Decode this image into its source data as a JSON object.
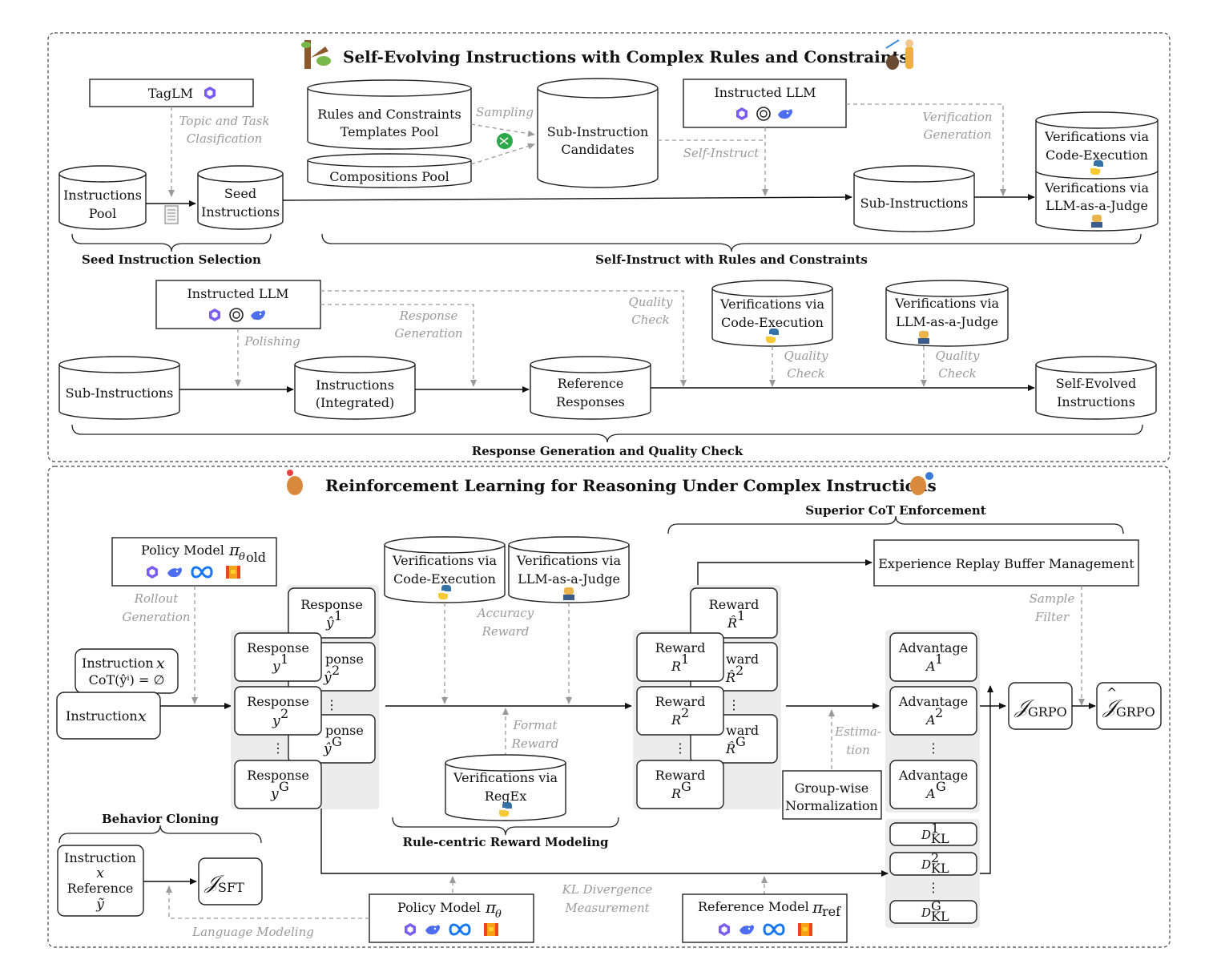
{
  "sections": {
    "top_title": "Self-Evolving Instructions with Complex Rules and Constraints",
    "bottom_title": "Reinforcement Learning for Reasoning Under Complex Instructions"
  },
  "top": {
    "taglm": "TagLM",
    "topic_line1": "Topic and Task",
    "topic_line2": "Clasification",
    "instructions_pool_line1": "Instructions",
    "instructions_pool_line2": "Pool",
    "seed_line1": "Seed",
    "seed_line2": "Instructions",
    "rules_line1": "Rules and Constraints",
    "rules_line2": "Templates Pool",
    "compositions": "Compositions Pool",
    "sampling": "Sampling",
    "candidates_line1": "Sub-Instruction",
    "candidates_line2": "Candidates",
    "instructed_llm": "Instructed LLM",
    "self_instruct": "Self-Instruct",
    "verification_gen_line1": "Verification",
    "verification_gen_line2": "Generation",
    "sub_instructions": "Sub-Instructions",
    "ver_code_line1": "Verifications via",
    "ver_code_line2": "Code-Execution",
    "ver_llm_line1": "Verifications via",
    "ver_llm_line2": "LLM-as-a-Judge",
    "brace_seed": "Seed Instruction Selection",
    "brace_self": "Self-Instruct with Rules and Constraints"
  },
  "middle": {
    "instructed_llm": "Instructed LLM",
    "polishing": "Polishing",
    "response_gen_line1": "Response",
    "response_gen_line2": "Generation",
    "quality_line1": "Quality",
    "quality_line2": "Check",
    "ver_code_line1": "Verifications via",
    "ver_code_line2": "Code-Execution",
    "ver_llm_line1": "Verifications via",
    "ver_llm_line2": "LLM-as-a-Judge",
    "sub_instructions": "Sub-Instructions",
    "integrated_line1": "Instructions",
    "integrated_line2": "(Integrated)",
    "reference_line1": "Reference",
    "reference_line2": "Responses",
    "self_evolved_line1": "Self-Evolved",
    "self_evolved_line2": "Instructions",
    "brace": "Response Generation and Quality Check"
  },
  "bottom": {
    "policy_old": "Policy Model",
    "rollout_line1": "Rollout",
    "rollout_line2": "Generation",
    "instruction_x": "Instruction",
    "cot": "CoT(ŷⁱ) = ∅",
    "response": "Response",
    "dots": "⋮",
    "ponse": "ponse",
    "ver_code_line1": "Verifications via",
    "ver_code_line2": "Code-Execution",
    "ver_llm_line1": "Verifications via",
    "ver_llm_line2": "LLM-as-a-Judge",
    "accuracy_line1": "Accuracy",
    "accuracy_line2": "Reward",
    "format_line1": "Format",
    "format_line2": "Reward",
    "ver_regex_line1": "Verifications via",
    "ver_regex_line2": "RegEx",
    "brace_rule": "Rule-centric Reward Modeling",
    "reward": "Reward",
    "ward": "ward",
    "superior": "Superior CoT Enforcement",
    "replay": "Experience Replay Buffer Management",
    "sample_line1": "Sample",
    "sample_line2": "Filter",
    "estimation_line1": "Estima-",
    "estimation_line2": "tion",
    "groupwise_line1": "Group-wise",
    "groupwise_line2": "Normalization",
    "advantage": "Advantage",
    "behavior": "Behavior Cloning",
    "bc_instruction": "Instruction",
    "bc_x": "x",
    "bc_reference": "Reference",
    "bc_y": "ỹ",
    "language_modeling": "Language Modeling",
    "policy_theta": "Policy Model",
    "kl_line1": "KL Divergence",
    "kl_line2": "Measurement",
    "reference_model": "Reference Model",
    "j_grpo": "𝒥",
    "grpo_sub": "GRPO",
    "sft_sub": "SFT"
  }
}
